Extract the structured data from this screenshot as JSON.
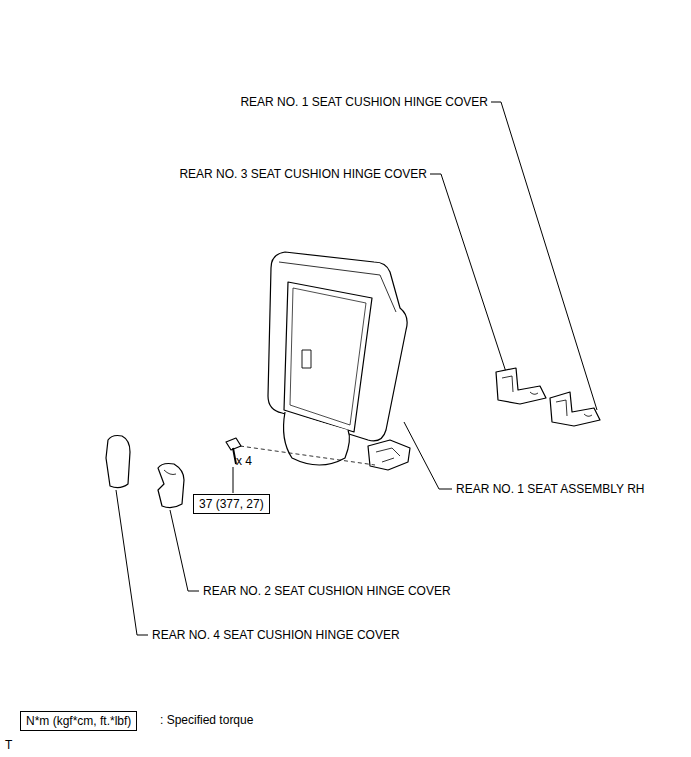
{
  "diagram": {
    "nodes": [
      {
        "text": [
          "37 (377, 27)"
        ]
      },
      {
        "text": [
          "N*m (kgf*cm, ft.*lbf)"
        ]
      }
    ],
    "labels": [
      "REAR NO. 1 SEAT CUSHION HINGE COVER",
      "REAR NO. 3 SEAT CUSHION HINGE COVER",
      "x 4",
      "REAR NO. 1 SEAT ASSEMBLY RH",
      "REAR NO. 2 SEAT CUSHION HINGE COVER",
      "REAR NO. 4 SEAT CUSHION HINGE COVER",
      ": Specified torque",
      "T"
    ]
  }
}
